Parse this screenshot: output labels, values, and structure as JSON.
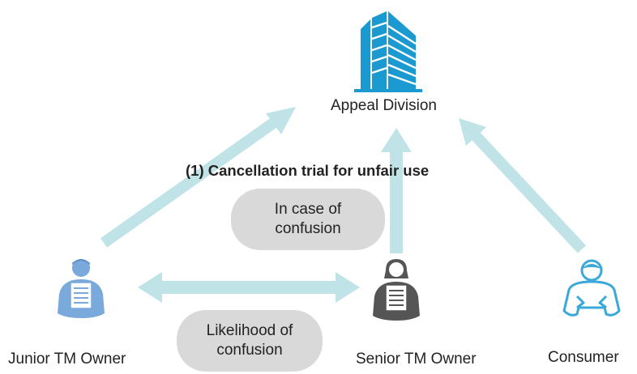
{
  "nodes": {
    "appeal_division": {
      "label": "Appeal Division",
      "icon": "building-icon"
    },
    "junior_owner": {
      "label": "Junior TM Owner",
      "icon": "person-with-document-icon"
    },
    "senior_owner": {
      "label": "Senior TM Owner",
      "icon": "person-with-document-icon"
    },
    "consumer": {
      "label": "Consumer",
      "icon": "person-icon"
    }
  },
  "title": "(1) Cancellation trial for unfair use",
  "bubbles": {
    "case_of_confusion": [
      "In case of",
      "confusion"
    ],
    "likelihood_of_confusion": [
      "Likelihood of",
      "confusion"
    ]
  },
  "colors": {
    "arrow": "#bfe3e6",
    "building": "#1a9ad0",
    "junior_icon": "#7aa9dc",
    "senior_icon": "#555555",
    "consumer_icon": "#3aa8d8",
    "bubble": "#d9d9d9"
  }
}
